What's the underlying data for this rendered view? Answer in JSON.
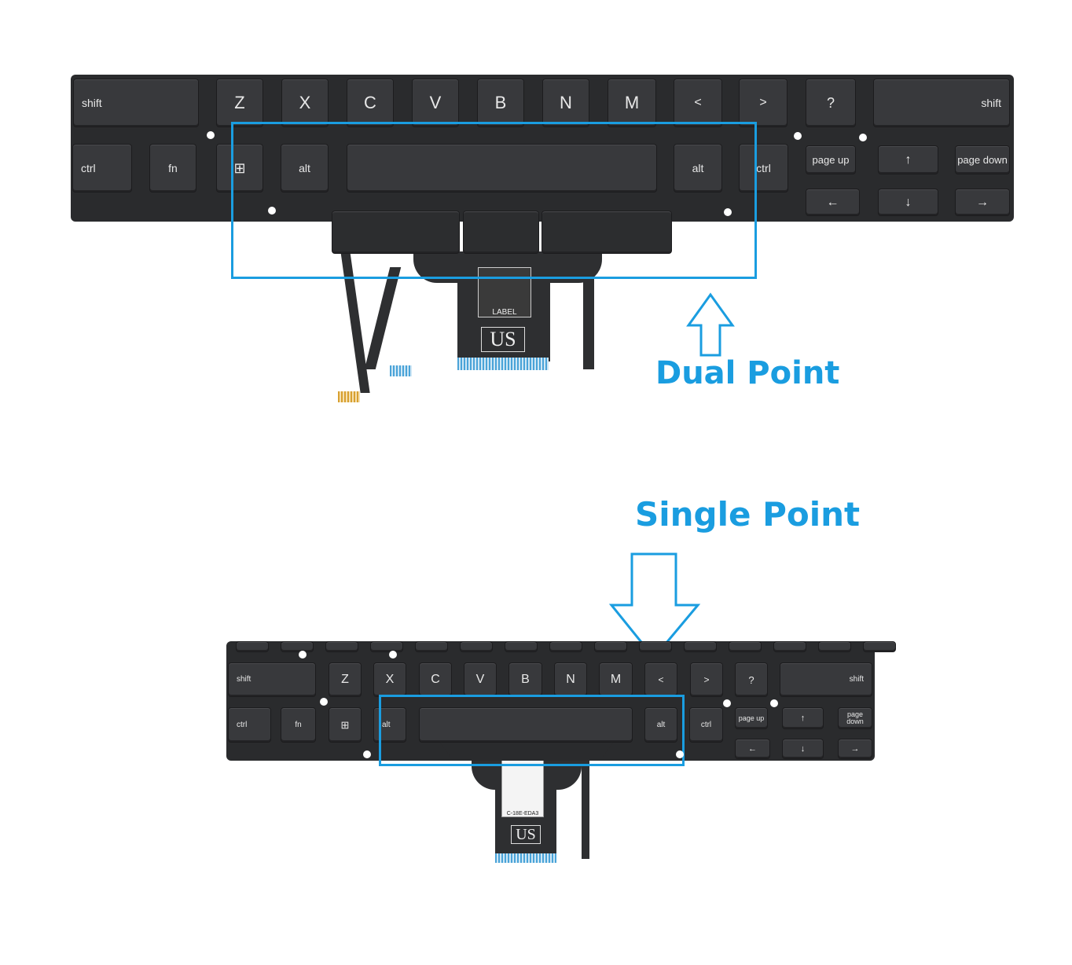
{
  "dual": {
    "title": "Dual Point",
    "keys": [
      "shift",
      "Z",
      "X",
      "C",
      "V",
      "B",
      "N",
      "M",
      "<",
      ">",
      "?",
      "shift",
      "ctrl",
      "fn",
      "⊞",
      "alt",
      "",
      "alt",
      "ctrl",
      "page up",
      "↑",
      "page down",
      "←",
      "↓",
      "→"
    ],
    "cable_label": "LABEL",
    "region": "US"
  },
  "single": {
    "title": "Single Point",
    "keys": [
      "shift",
      "Z",
      "X",
      "C",
      "V",
      "B",
      "N",
      "M",
      "<",
      ">",
      "?",
      "shift",
      "ctrl",
      "fn",
      "⊞",
      "alt",
      "",
      "alt",
      "ctrl",
      "page up",
      "↑",
      "page down",
      "←",
      "↓",
      "→"
    ],
    "cable_label": "C-18E-EDA3",
    "region": "US"
  },
  "colors": {
    "accent": "#1a9de0",
    "keyboard": "#2a2b2d"
  }
}
